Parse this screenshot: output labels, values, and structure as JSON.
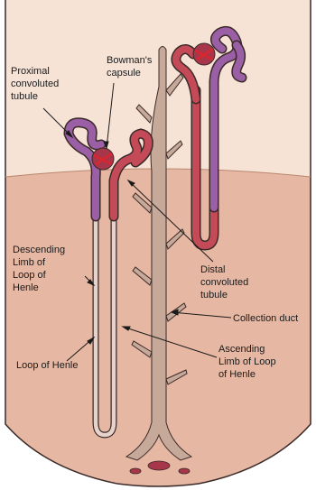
{
  "diagram": {
    "labels": {
      "proximal": [
        "Proximal",
        "convoluted",
        "tubule"
      ],
      "bowman": [
        "Bowman's",
        "capsule"
      ],
      "descending": [
        "Descending",
        "Limb of",
        "Loop of",
        "Henle"
      ],
      "distal": [
        "Distal",
        "convoluted",
        "tubule"
      ],
      "collection": "Collection duct",
      "ascending": [
        "Ascending",
        "Limb of Loop",
        "of Henle"
      ],
      "loop": "Loop of Henle"
    },
    "colors": {
      "cortex": "#f6e3d6",
      "medulla": "#e6b7a2",
      "duct": "#c7a99a",
      "proximal_tubule": "#9a5fa4",
      "distal_tubule": "#c44a58",
      "loop_limb": "#e7d3cb",
      "glomerulus": "#a8364a",
      "outline": "#3a2a28"
    }
  }
}
